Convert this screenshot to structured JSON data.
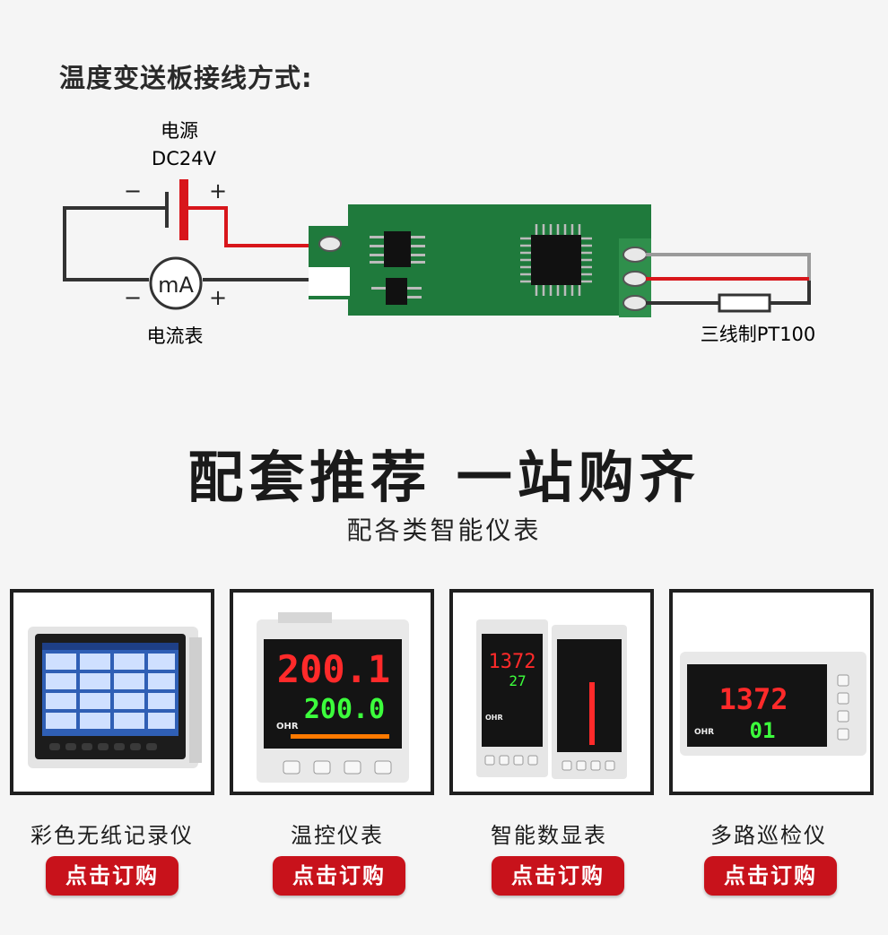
{
  "wiring": {
    "title": "温度变送板接线方式:",
    "power_label": "电源",
    "power_voltage": "DC24V",
    "minus_sign": "−",
    "plus_sign": "+",
    "ammeter_unit": "mA",
    "ammeter_label": "电流表",
    "sensor_label": "三线制PT100"
  },
  "promo": {
    "headline": "配套推荐  一站购齐",
    "subline": "配各类智能仪表"
  },
  "products": [
    {
      "name": "彩色无纸记录仪",
      "button": "点击订购"
    },
    {
      "name": "温控仪表",
      "button": "点击订购",
      "pv": "200.1",
      "sv": "200.0",
      "brand": "OHR"
    },
    {
      "name": "智能数显表",
      "button": "点击订购",
      "pv": "1372",
      "sv": "27",
      "brand": "OHR"
    },
    {
      "name": "多路巡检仪",
      "button": "点击订购",
      "pv": "1372",
      "sv": "01",
      "brand": "OHR"
    }
  ],
  "colors": {
    "board_green": "#1f7a3c",
    "wire_red": "#d8161b",
    "wire_gray": "#9a9a9a",
    "wire_dark": "#333333",
    "button_red": "#c8121b",
    "led_red": "#ff2a2a",
    "led_green": "#3cff3c"
  }
}
